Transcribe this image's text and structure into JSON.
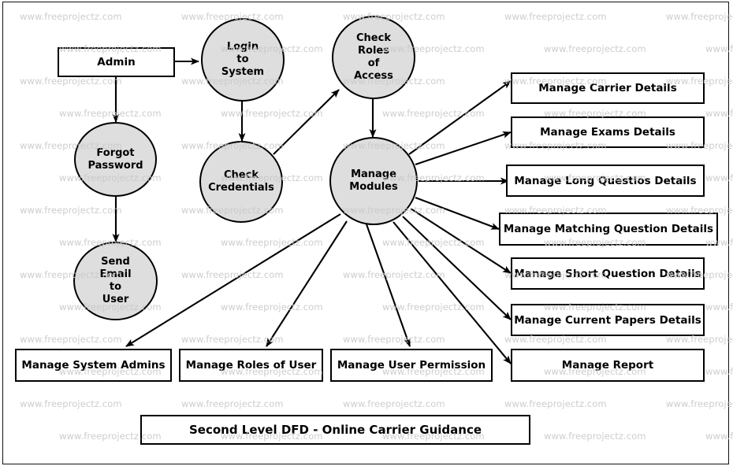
{
  "diagram": {
    "title": "Second Level DFD - Online Carrier Guidance",
    "watermark_text": "www.freeprojectz.com",
    "colors": {
      "process_fill": "#dedede",
      "stroke": "#000000",
      "background": "#ffffff",
      "watermark": "#c9c9c9"
    }
  },
  "entities": [
    {
      "id": "admin",
      "label": "Admin"
    }
  ],
  "processes": [
    {
      "id": "login_to_system",
      "label": "Login\nto\nSystem",
      "lines": [
        "Login",
        "to",
        "System"
      ]
    },
    {
      "id": "check_roles_of_access",
      "label": "Check\nRoles\nof\nAccess",
      "lines": [
        "Check",
        "Roles",
        "of",
        "Access"
      ]
    },
    {
      "id": "forgot_password",
      "label": "Forgot\nPassword",
      "lines": [
        "Forgot",
        "Password"
      ]
    },
    {
      "id": "check_credentials",
      "label": "Check\nCredentials",
      "lines": [
        "Check",
        "Credentials"
      ]
    },
    {
      "id": "manage_modules",
      "label": "Manage\nModules",
      "lines": [
        "Manage",
        "Modules"
      ]
    },
    {
      "id": "send_email_to_user",
      "label": "Send\nEmail\nto\nUser",
      "lines": [
        "Send",
        "Email",
        "to",
        "User"
      ]
    }
  ],
  "right_modules": [
    {
      "id": "manage_carrier_details",
      "label": "Manage Carrier Details"
    },
    {
      "id": "manage_exams_details",
      "label": "Manage Exams Details"
    },
    {
      "id": "manage_long_questios_details",
      "label": "Manage Long Questios Details"
    },
    {
      "id": "manage_matching_question_details",
      "label": "Manage Matching Question Details"
    },
    {
      "id": "manage_short_question_details",
      "label": "Manage Short Question Details"
    },
    {
      "id": "manage_current_papers_details",
      "label": "Manage Current Papers Details"
    },
    {
      "id": "manage_report",
      "label": "Manage Report"
    }
  ],
  "bottom_modules": [
    {
      "id": "manage_system_admins",
      "label": "Manage System Admins"
    },
    {
      "id": "manage_roles_of_user",
      "label": "Manage Roles of User"
    },
    {
      "id": "manage_user_permission",
      "label": "Manage User Permission"
    }
  ],
  "flows": [
    {
      "from": "admin",
      "to": "login_to_system"
    },
    {
      "from": "admin",
      "to": "forgot_password"
    },
    {
      "from": "forgot_password",
      "to": "send_email_to_user"
    },
    {
      "from": "login_to_system",
      "to": "check_credentials"
    },
    {
      "from": "check_credentials",
      "to": "check_roles_of_access"
    },
    {
      "from": "check_roles_of_access",
      "to": "manage_modules"
    },
    {
      "from": "manage_modules",
      "to": "manage_carrier_details"
    },
    {
      "from": "manage_modules",
      "to": "manage_exams_details"
    },
    {
      "from": "manage_modules",
      "to": "manage_long_questios_details"
    },
    {
      "from": "manage_modules",
      "to": "manage_matching_question_details"
    },
    {
      "from": "manage_modules",
      "to": "manage_short_question_details"
    },
    {
      "from": "manage_modules",
      "to": "manage_current_papers_details"
    },
    {
      "from": "manage_modules",
      "to": "manage_report"
    },
    {
      "from": "manage_modules",
      "to": "manage_system_admins"
    },
    {
      "from": "manage_modules",
      "to": "manage_roles_of_user"
    },
    {
      "from": "manage_modules",
      "to": "manage_user_permission"
    }
  ]
}
